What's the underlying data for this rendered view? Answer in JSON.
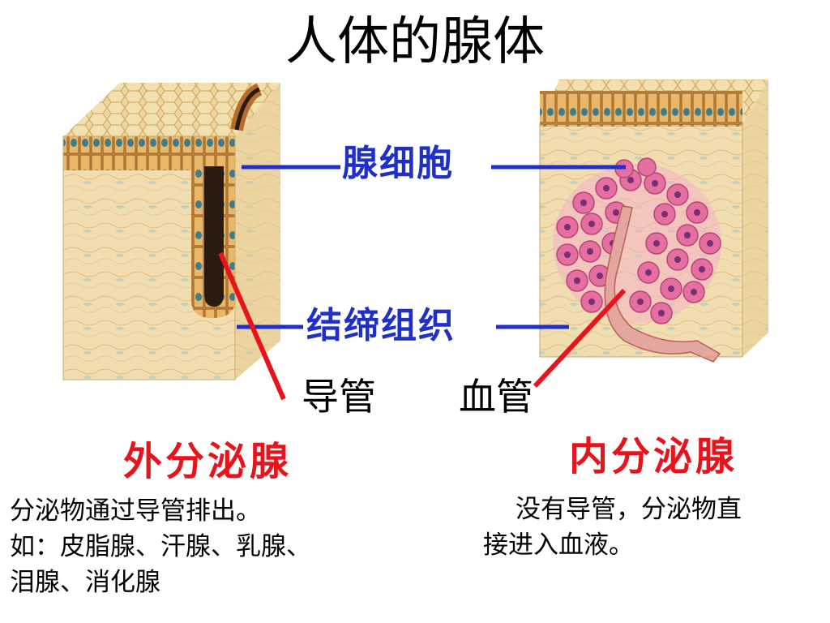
{
  "title": "人体的腺体",
  "labels": {
    "gland_cell": "腺细胞",
    "connective_tissue": "结缔组织",
    "duct": "导管",
    "blood_vessel": "血管"
  },
  "exocrine": {
    "title": "外分泌腺",
    "line1": "分泌物通过导管排出。",
    "line2": "如：皮脂腺、汗腺、乳腺、",
    "line3": "泪腺、消化腺"
  },
  "endocrine": {
    "title": "内分泌腺",
    "line1": "没有导管，分泌物直",
    "line2": "接进入血液。"
  },
  "colors": {
    "label_blue": "#1f2fc8",
    "pointer_red": "#e8141c",
    "tissue_tan": "#efd9a6",
    "cell_pink": "#e56fa0"
  },
  "icons": [
    "exocrine-gland-illustration",
    "endocrine-gland-illustration"
  ]
}
